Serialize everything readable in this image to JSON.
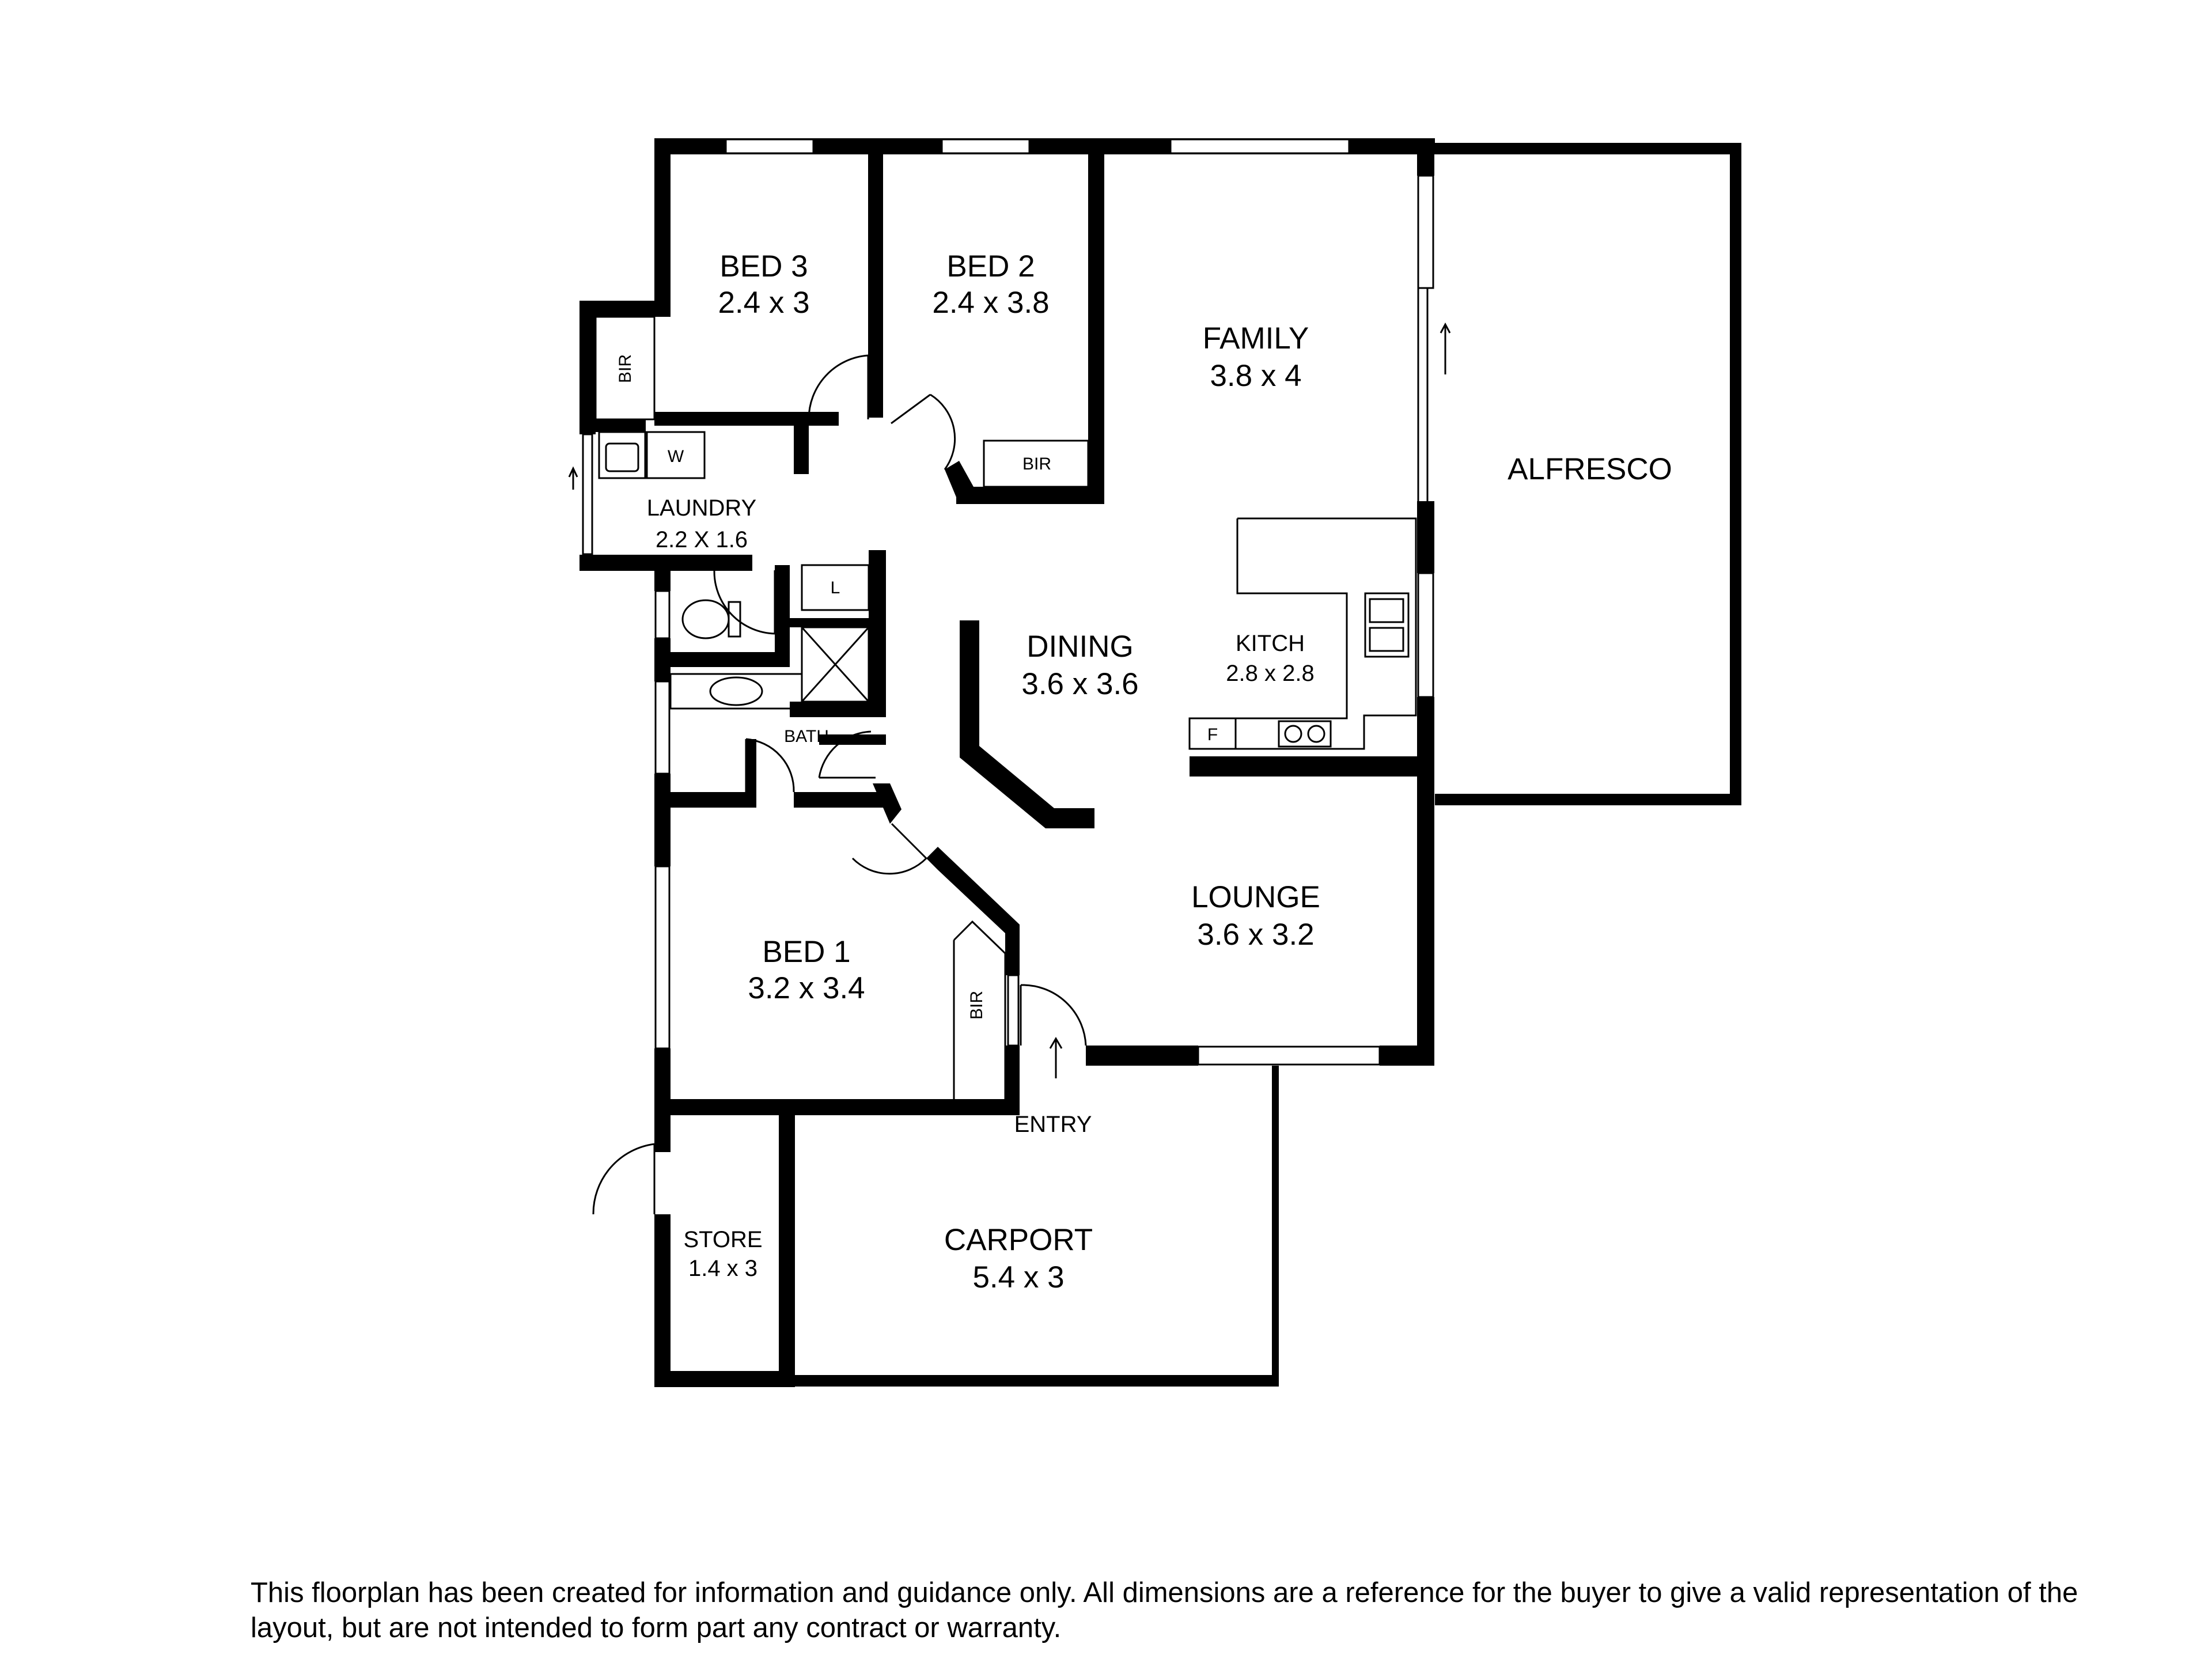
{
  "rooms": {
    "bed3": {
      "name": "BED 3",
      "dim": "2.4 x 3"
    },
    "bed2": {
      "name": "BED 2",
      "dim": "2.4 x 3.8"
    },
    "family": {
      "name": "FAMILY",
      "dim": "3.8 x 4"
    },
    "alfresco": {
      "name": "ALFRESCO"
    },
    "laundry": {
      "name": "LAUNDRY",
      "dim": "2.2 X 1.6"
    },
    "dining": {
      "name": "DINING",
      "dim": "3.6 x 3.6"
    },
    "kitchen": {
      "name": "KITCH",
      "dim": "2.8 x 2.8"
    },
    "bath": {
      "name": "BATH"
    },
    "lounge": {
      "name": "LOUNGE",
      "dim": "3.6 x 3.2"
    },
    "bed1": {
      "name": "BED 1",
      "dim": "3.2 x 3.4"
    },
    "entry": {
      "name": "ENTRY"
    },
    "store": {
      "name": "STORE",
      "dim": "1.4 x 3"
    },
    "carport": {
      "name": "CARPORT",
      "dim": "5.4 x 3"
    }
  },
  "fixtures": {
    "bir": "BIR",
    "washer": "W",
    "linen": "L",
    "fridge": "F"
  },
  "disclaimer": "This floorplan has been created for information and guidance only. All dimensions are a reference for the buyer to give a valid representation of the layout, but are not intended to form part any contract or warranty."
}
